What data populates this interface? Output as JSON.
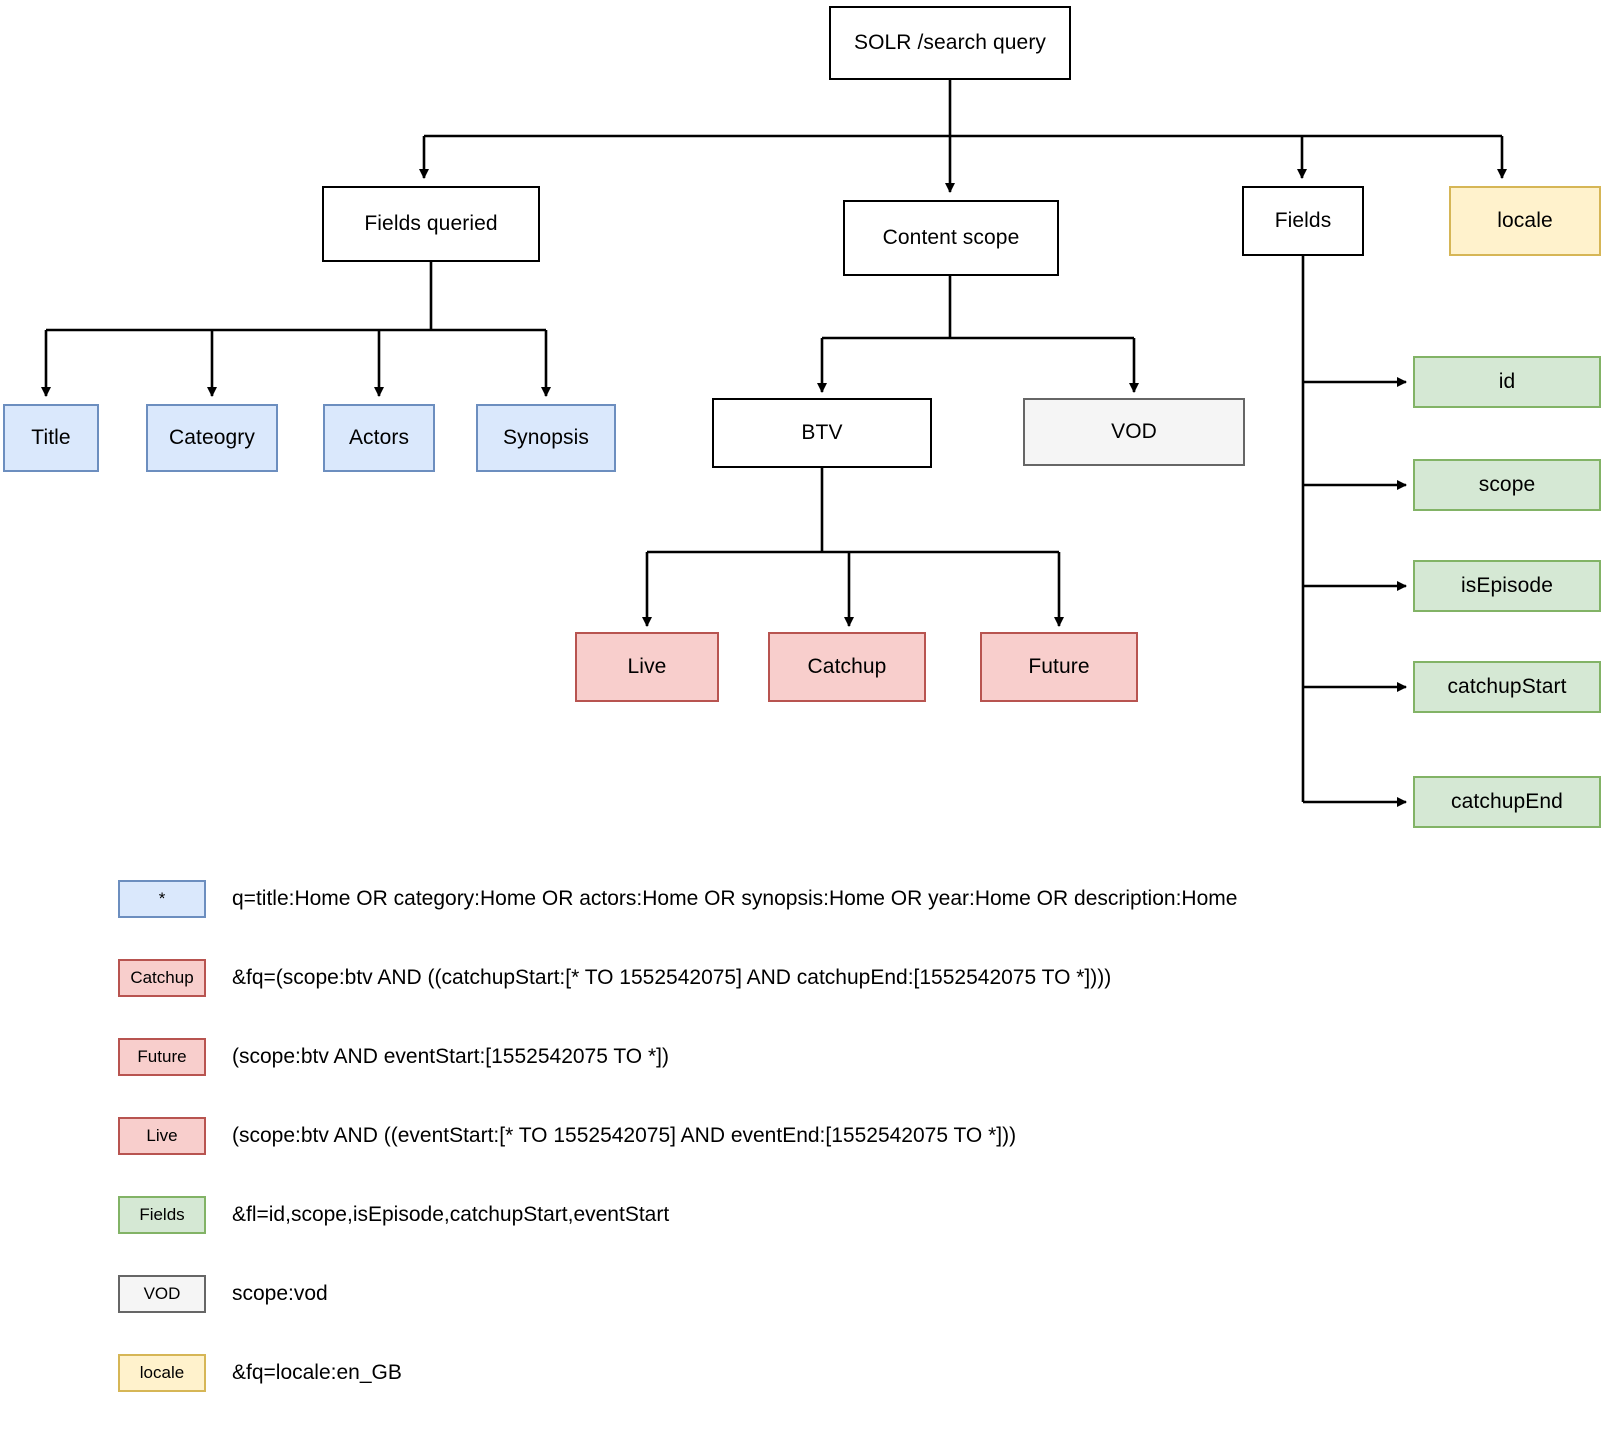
{
  "diagram": {
    "title": "SOLR /search query",
    "root": {
      "label": "SOLR /search query"
    },
    "level1": [
      {
        "label": "Fields queried"
      },
      {
        "label": "Content scope"
      },
      {
        "label": "Fields"
      },
      {
        "label": "locale"
      }
    ],
    "fields_queried_children": [
      {
        "label": "Title"
      },
      {
        "label": "Cateogry"
      },
      {
        "label": "Actors"
      },
      {
        "label": "Synopsis"
      }
    ],
    "content_scope_children": [
      {
        "label": "BTV"
      },
      {
        "label": "VOD"
      }
    ],
    "btv_children": [
      {
        "label": "Live"
      },
      {
        "label": "Catchup"
      },
      {
        "label": "Future"
      }
    ],
    "fields_children": [
      {
        "label": "id"
      },
      {
        "label": "scope"
      },
      {
        "label": "isEpisode"
      },
      {
        "label": "catchupStart"
      },
      {
        "label": "catchupEnd"
      }
    ]
  },
  "legend": [
    {
      "swatch": "*",
      "style": "blue",
      "text": "q=title:Home OR category:Home OR actors:Home OR synopsis:Home OR year:Home OR description:Home"
    },
    {
      "swatch": "Catchup",
      "style": "red",
      "text": "&fq=(scope:btv AND ((catchupStart:[* TO 1552542075] AND catchupEnd:[1552542075 TO *])))"
    },
    {
      "swatch": "Future",
      "style": "red",
      "text": "(scope:btv AND eventStart:[1552542075 TO *])"
    },
    {
      "swatch": "Live",
      "style": "red",
      "text": "(scope:btv AND ((eventStart:[* TO 1552542075] AND eventEnd:[1552542075 TO *]))"
    },
    {
      "swatch": "Fields",
      "style": "green",
      "text": "&fl=id,scope,isEpisode,catchupStart,eventStart"
    },
    {
      "swatch": "VOD",
      "style": "grey",
      "text": "scope:vod"
    },
    {
      "swatch": "locale",
      "style": "yellow",
      "text": "&fq=locale:en_GB"
    }
  ],
  "colors": {
    "blue_fill": "#dae8fc",
    "blue_stroke": "#6c8ebf",
    "red_fill": "#f8cecc",
    "red_stroke": "#b85450",
    "green_fill": "#d5e8d4",
    "green_stroke": "#82b366",
    "yellow_fill": "#fff2cc",
    "yellow_stroke": "#d6b656",
    "grey_fill": "#f5f5f5",
    "grey_stroke": "#666666",
    "edge": "#000000",
    "background": "#ffffff"
  }
}
